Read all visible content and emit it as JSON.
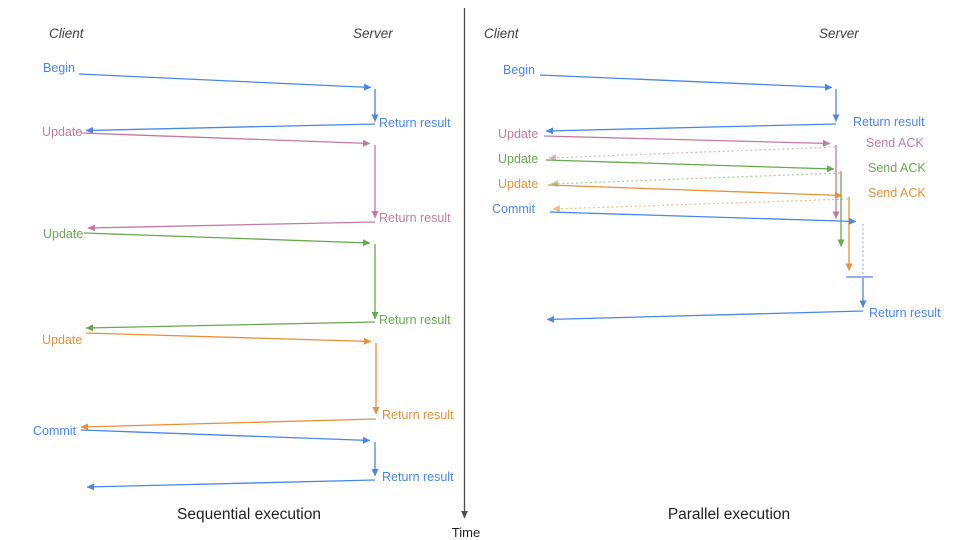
{
  "colors": {
    "blue": "#4a86e8",
    "pink": "#c27ba0",
    "green": "#6aa84f",
    "orange": "#e69138",
    "heading": "#404040",
    "title": "#1f1f1f",
    "axis": "#4d4d4d"
  },
  "time_axis": {
    "label": "Time"
  },
  "panels": [
    {
      "title": "Sequential execution",
      "client_label": "Client",
      "server_label": "Server",
      "messages": [
        {
          "name": "Begin",
          "color": "blue",
          "response": "Return result"
        },
        {
          "name": "Update",
          "color": "pink",
          "response": "Return result"
        },
        {
          "name": "Update",
          "color": "green",
          "response": "Return result"
        },
        {
          "name": "Update",
          "color": "orange",
          "response": "Return result"
        },
        {
          "name": "Commit",
          "color": "blue",
          "response": "Return result"
        }
      ]
    },
    {
      "title": "Parallel execution",
      "client_label": "Client",
      "server_label": "Server",
      "messages": [
        {
          "name": "Begin",
          "color": "blue",
          "response": "Return result"
        },
        {
          "name": "Update",
          "color": "pink",
          "response": "Send ACK"
        },
        {
          "name": "Update",
          "color": "green",
          "response": "Send ACK"
        },
        {
          "name": "Update",
          "color": "orange",
          "response": "Send ACK"
        },
        {
          "name": "Commit",
          "color": "blue",
          "response": "Return result"
        }
      ]
    }
  ]
}
